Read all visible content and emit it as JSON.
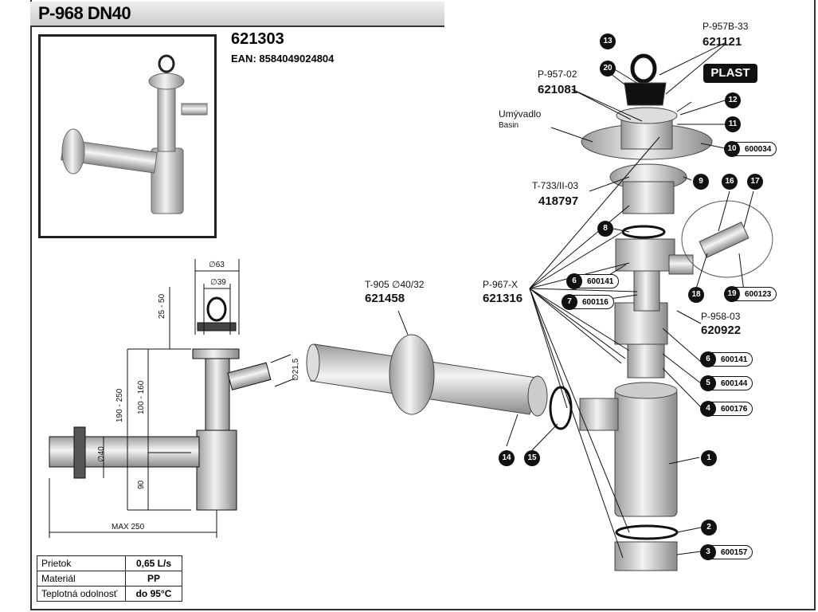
{
  "header": {
    "title": "P-968 DN40",
    "product_code": "621303",
    "ean": "EAN: 8584049024804"
  },
  "badge": "PLAST",
  "part_refs": {
    "p957b33_name": "P-957B-33",
    "p957b33_code": "621121",
    "p95702_name": "P-957-02",
    "p95702_code": "621081",
    "basin_cz": "Umývadlo",
    "basin_en": "Basin",
    "t733_name": "T-733/II-03",
    "t733_code": "418797",
    "t905_name": "T-905 ∅40/32",
    "t905_code": "621458",
    "p967_name": "P-967-X",
    "p967_code": "621316",
    "p95803_name": "P-958-03",
    "p95803_code": "620922"
  },
  "callouts": {
    "n1": "1",
    "n2": "2",
    "n3": "3",
    "n4": "4",
    "n5": "5",
    "n6a": "6",
    "n6b": "6",
    "n7": "7",
    "n8": "8",
    "n9": "9",
    "n10": "10",
    "n11": "11",
    "n12": "12",
    "n13": "13",
    "n14": "14",
    "n15": "15",
    "n16": "16",
    "n17": "17",
    "n18": "18",
    "n19": "19",
    "n20": "20"
  },
  "codes": {
    "c3": "600157",
    "c4": "600176",
    "c5": "600144",
    "c6a": "600141",
    "c6b": "600141",
    "c7": "600116",
    "c10": "600034",
    "c19": "600123"
  },
  "dimensions": {
    "d63": "∅63",
    "d39": "∅39",
    "h2550": "25 - 50",
    "h190250": "190 - 250",
    "h100160": "100 - 160",
    "d40": "∅40",
    "h90": "90",
    "d215": "∅21,5",
    "max250": "MAX 250"
  },
  "specs": [
    {
      "key": "Prietok",
      "value": "0,65 L/s"
    },
    {
      "key": "Materiál",
      "value": "PP"
    },
    {
      "key": "Teplotná odolnosť",
      "value": "do 95°C"
    }
  ]
}
